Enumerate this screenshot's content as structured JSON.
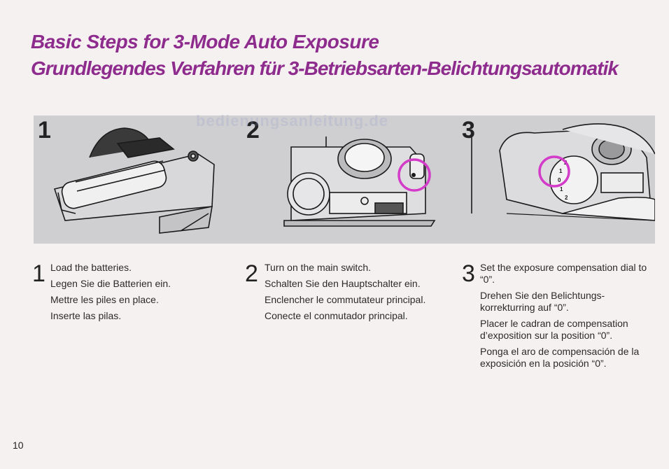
{
  "header": {
    "title_en": "Basic Steps for 3-Mode Auto Exposure",
    "title_de": "Grundlegendes Verfahren für 3-Betriebsarten-Belichtungsautomatik"
  },
  "watermark": "bedienungsanleitung.de",
  "illustrations": [
    {
      "number": "1"
    },
    {
      "number": "2"
    },
    {
      "number": "3"
    }
  ],
  "steps": [
    {
      "number": "1",
      "texts": [
        "Load the batteries.",
        "Legen Sie die Batterien ein.",
        "Mettre les piles en place.",
        "Inserte las pilas."
      ]
    },
    {
      "number": "2",
      "texts": [
        "Turn on the main switch.",
        "Schalten Sie den Hauptschalter ein.",
        "Enclencher le commutateur principal.",
        "Conecte el conmutador principal."
      ]
    },
    {
      "number": "3",
      "texts": [
        "Set the exposure compensation dial to “0”.",
        "Drehen Sie den Belichtungs-korrekturring auf “0”.",
        "Placer le cadran de compensation d’exposition sur la position “0”.",
        "Ponga el aro de compensación de la exposición en la posición “0”."
      ]
    }
  ],
  "dial_labels": [
    "2",
    "1",
    "0",
    "1",
    "2"
  ],
  "page_number": "10",
  "colors": {
    "title": "#8e2c8e",
    "highlight_circle": "#d23cc8",
    "illustration_bg": "#cfcfd2"
  }
}
